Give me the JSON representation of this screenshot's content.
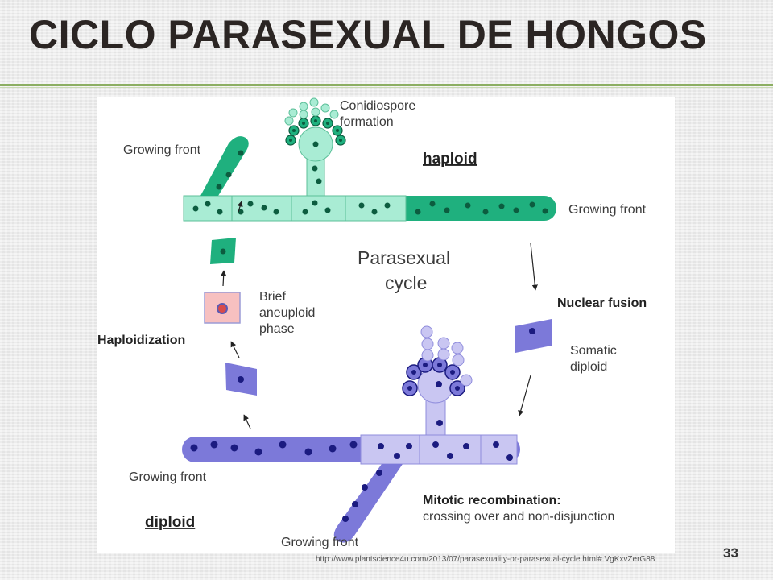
{
  "slide": {
    "title": "CICLO PARASEXUAL DE HONGOS",
    "source_url": "http://www.plantscience4u.com/2013/07/parasexuality-or-parasexual-cycle.html#.VgKxvZerG88",
    "page_number": "33"
  },
  "diagram": {
    "center_label_line1": "Parasexual",
    "center_label_line2": "cycle",
    "conidiospore_line1": "Conidiospore",
    "conidiospore_line2": "formation",
    "growing_front_top_left": "Growing front",
    "haploid": "haploid",
    "growing_front_top_right": "Growing front",
    "nuclear_fusion": "Nuclear fusion",
    "somatic_line1": "Somatic",
    "somatic_line2": "diploid",
    "brief_line1": "Brief",
    "brief_line2": "aneuploid",
    "brief_line3": "phase",
    "haploidization": "Haploidization",
    "growing_front_bottom_left": "Growing front",
    "diploid": "diploid",
    "growing_front_bottom": "Growing front",
    "mitotic_line1": "Mitotic recombination:",
    "mitotic_line2": "crossing over and non-disjunction"
  },
  "colors": {
    "haploid_dark": "#1fb07e",
    "haploid_light": "#a9ecd4",
    "diploid_dark": "#7c79d9",
    "diploid_light": "#c9c6f2",
    "aneuploid": "#f7c0c0",
    "nucleus_green": "#0c5c3f",
    "nucleus_blue": "#1b1b80",
    "nucleus_red": "#d84b4b",
    "rule": "#8cae62"
  }
}
